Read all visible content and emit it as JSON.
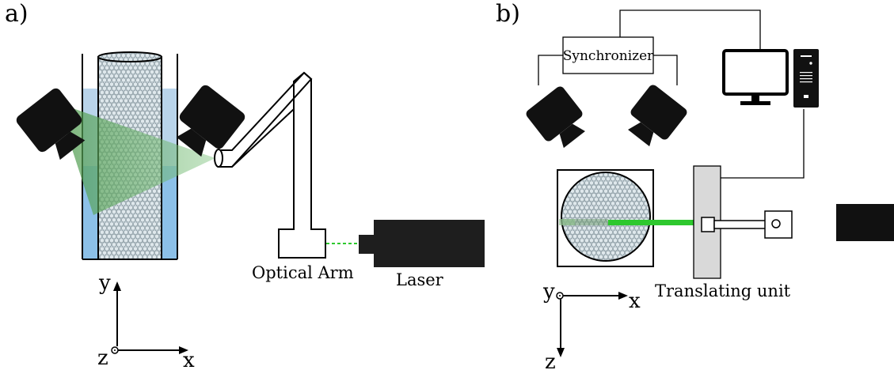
{
  "panels": {
    "a": {
      "label": "a)",
      "optical_arm_label": "Optical Arm",
      "laser_label": "Laser",
      "axes": {
        "y": "y",
        "x": "x",
        "z": "z"
      }
    },
    "b": {
      "label": "b)",
      "synchronizer_label": "Synchronizer",
      "translating_unit_label": "Translating unit",
      "axes": {
        "y": "y",
        "x": "x",
        "z": "z"
      }
    }
  },
  "colors": {
    "water": "#b9d4ea",
    "water_dark": "#8cc0e8",
    "laser_green": "#2ec82e",
    "light_sheet": "#6fb86f",
    "bead_fill": "#c9d6dc",
    "device_black": "#111111",
    "laser_body": "#1e1e1e",
    "translating_unit": "#d9d9d9"
  },
  "icons": [
    "camera-icon",
    "monitor-icon",
    "computer-tower-icon",
    "laser-icon"
  ]
}
